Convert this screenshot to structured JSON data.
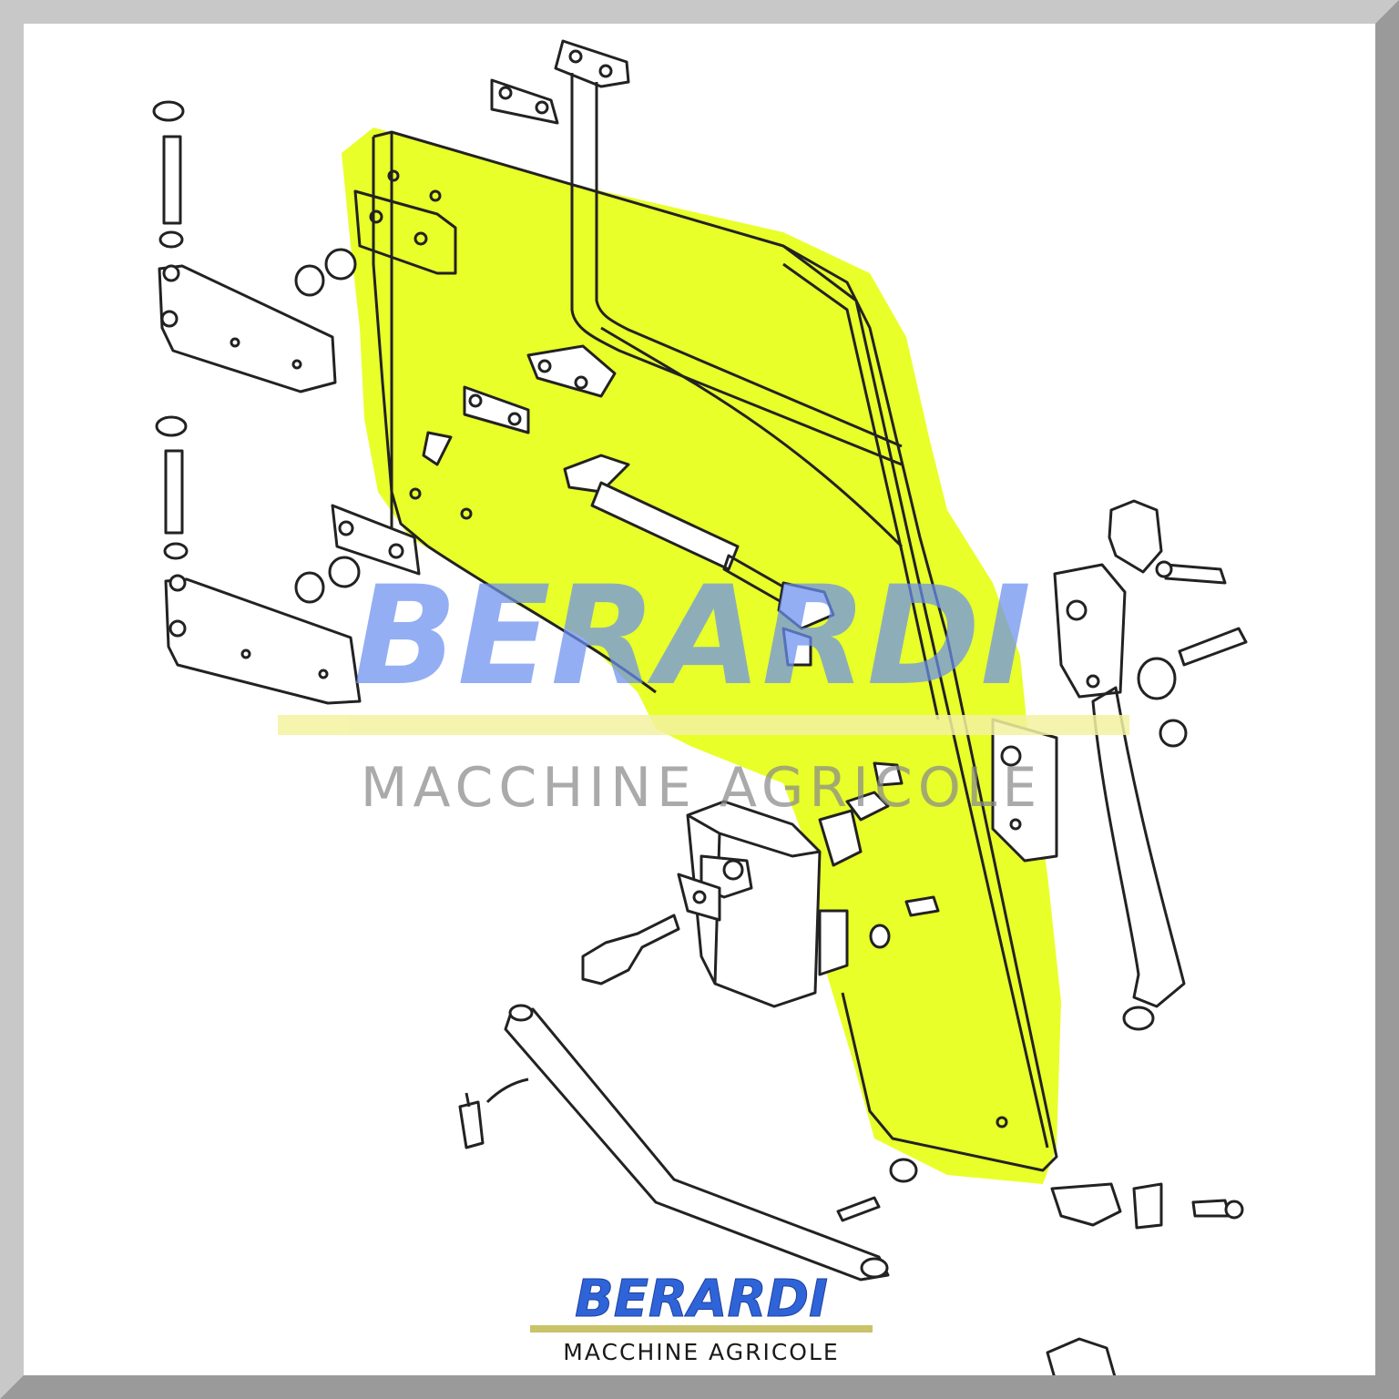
{
  "watermark": {
    "brand": "BERARDI",
    "tagline": "MACCHINE AGRICOLE",
    "brand_color": "#6b8ff0",
    "tagline_color": "#8a8a8a",
    "bar_color": "#f3f3a0"
  },
  "logo": {
    "brand": "BERARDI",
    "tagline": "MACCHINE AGRICOLE",
    "brand_color": "#2f64d9",
    "bar_color": "#c9c36a",
    "tagline_color": "#1a1a1a"
  },
  "highlight_color": "#e8ff2a",
  "frame_color": "#c8c8c8"
}
